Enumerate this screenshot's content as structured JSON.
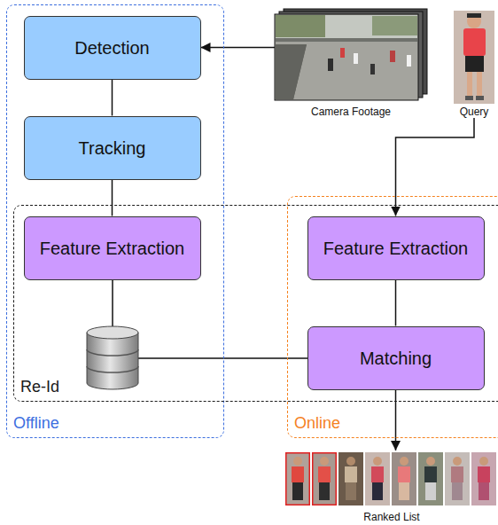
{
  "diagram": {
    "nodes": [
      {
        "text": [
          "Offline"
        ]
      },
      {
        "text": [
          "Detection"
        ],
        "in": 0
      },
      {
        "text": [
          "Tracking"
        ],
        "in": 0
      },
      {
        "text": [
          "Feature Extraction"
        ],
        "in": 0
      },
      {
        "text": [
          "Camera Footage"
        ]
      },
      {
        "text": [
          "Query"
        ]
      },
      {
        "text": [
          "Re-Id"
        ]
      },
      {
        "text": [
          "Online"
        ]
      },
      {
        "text": [
          "Feature Extraction"
        ],
        "in": 7
      },
      {
        "text": [
          "Matching"
        ],
        "in": 7
      },
      {
        "text": [
          "Ranked List"
        ]
      }
    ],
    "edges": [
      {
        "from": 1,
        "to": 2,
        "arrow": "none"
      },
      {
        "from": 2,
        "to": 3,
        "arrow": "none"
      },
      {
        "from": 4,
        "to": 1,
        "arrow": "to"
      },
      {
        "from": 5,
        "to": 8,
        "arrow": "to"
      },
      {
        "from": 8,
        "to": 9,
        "arrow": "none"
      },
      {
        "from": 9,
        "to": 10,
        "arrow": "to"
      }
    ]
  }
}
